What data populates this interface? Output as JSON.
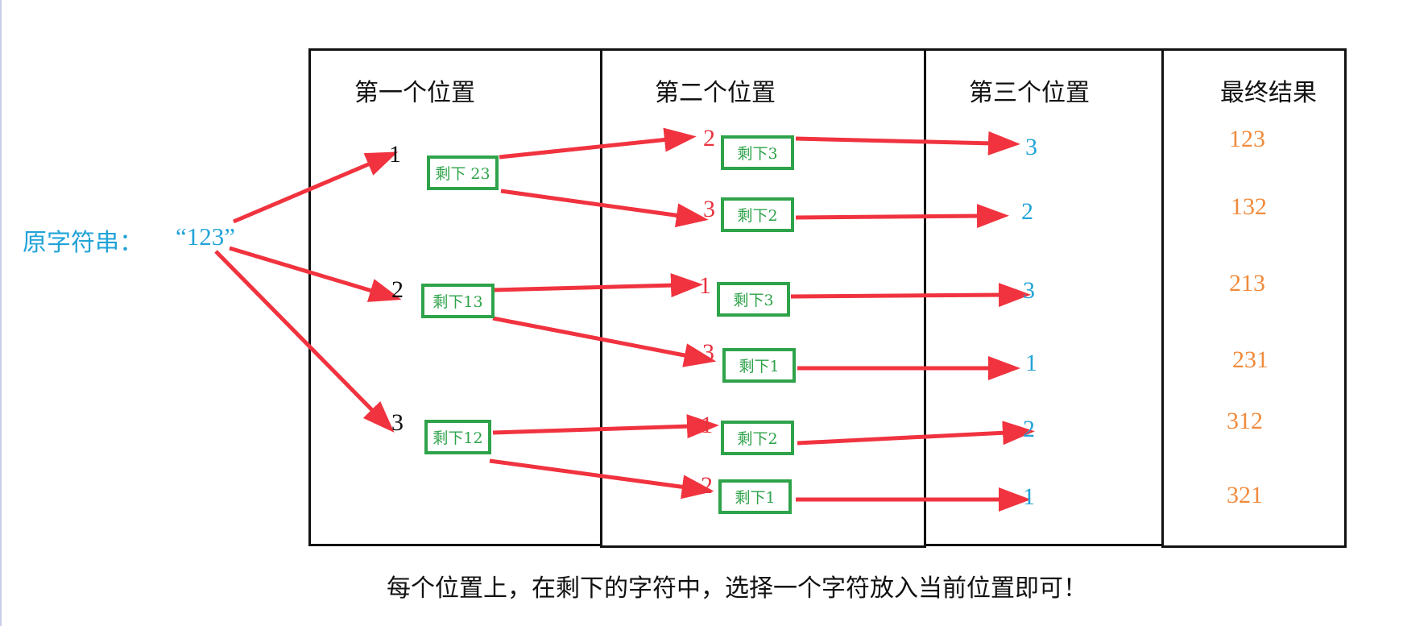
{
  "source": {
    "label": "原字符串：",
    "value": "“123”"
  },
  "headers": [
    "第一个位置",
    "第二个位置",
    "第三个位置",
    "最终结果"
  ],
  "level1": [
    {
      "digit": "1",
      "remaining": "剩下 23"
    },
    {
      "digit": "2",
      "remaining": "剩下13"
    },
    {
      "digit": "3",
      "remaining": "剩下12"
    }
  ],
  "level2": [
    {
      "digit": "2",
      "remaining": "剩下3"
    },
    {
      "digit": "3",
      "remaining": "剩下2"
    },
    {
      "digit": "1",
      "remaining": "剩下3"
    },
    {
      "digit": "3",
      "remaining": "剩下1"
    },
    {
      "digit": "1",
      "remaining": "剩下2"
    },
    {
      "digit": "2",
      "remaining": "剩下1"
    }
  ],
  "level3": [
    "3",
    "2",
    "3",
    "1",
    "2",
    "1"
  ],
  "results": [
    "123",
    "132",
    "213",
    "231",
    "312",
    "321"
  ],
  "caption": "每个位置上，在剩下的字符中，选择一个字符放入当前位置即可！",
  "colors": {
    "arrow": "#f0333f",
    "remaining_box": "#2ea34a",
    "source_text": "#22a3d8",
    "level2_digit": "#e8333f",
    "level3_digit": "#22a3d8",
    "result_text": "#f08a3c"
  }
}
